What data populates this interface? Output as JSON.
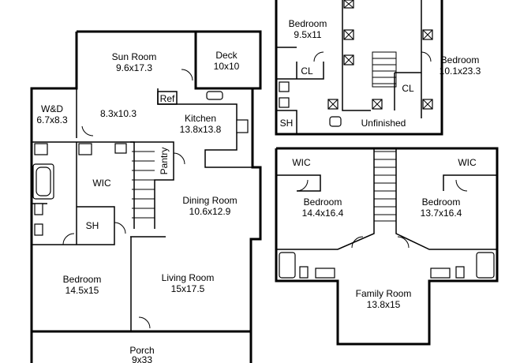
{
  "plan": {
    "main_floor": {
      "sun_room": {
        "name": "Sun Room",
        "size": "9.6x17.3"
      },
      "deck": {
        "name": "Deck",
        "size": "10x10"
      },
      "laundry": {
        "name": "W&D",
        "size": "6.7x8.3"
      },
      "breakfast": {
        "size": "8.3x10.3"
      },
      "ref": "Ref",
      "kitchen": {
        "name": "Kitchen",
        "size": "13.8x13.8"
      },
      "pantry": "Pantry",
      "wic": "WIC",
      "sh": "SH",
      "dining_room": {
        "name": "Dining Room",
        "size": "10.6x12.9"
      },
      "bedroom": {
        "name": "Bedroom",
        "size": "14.5x15"
      },
      "living_room": {
        "name": "Living Room",
        "size": "15x17.5"
      },
      "porch": {
        "name": "Porch",
        "size": "9x33"
      }
    },
    "upper_floor": {
      "bedroom_left": {
        "name": "Bedroom",
        "size": "9.5x11"
      },
      "bedroom_right": {
        "name": "Bedroom",
        "size": "10.1x23.3"
      },
      "cl_left": "CL",
      "cl_right": "CL",
      "sh": "SH",
      "unfinished": "Unfinished"
    },
    "lower_floor": {
      "wic_left": "WIC",
      "wic_right": "WIC",
      "bedroom_left": {
        "name": "Bedroom",
        "size": "14.4x16.4"
      },
      "bedroom_right": {
        "name": "Bedroom",
        "size": "13.7x16.4"
      },
      "family_room": {
        "name": "Family Room",
        "size": "13.8x15"
      }
    }
  }
}
